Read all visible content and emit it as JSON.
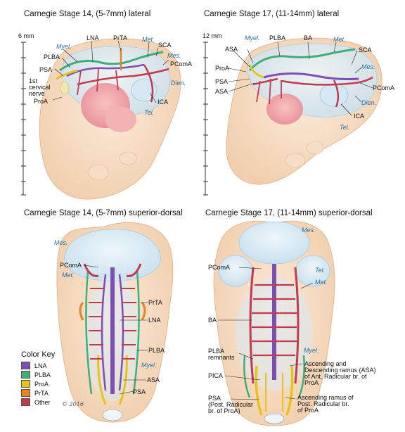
{
  "colors": {
    "LNA": "#7b4fb3",
    "PLBA": "#3fae7a",
    "ProA": "#e8c21a",
    "PrTA": "#e8821e",
    "Other": "#c23a4e",
    "vessel_label": "#2a6fa8"
  },
  "panels": {
    "p1": {
      "title": "Carnegie Stage 14, (5-7mm) lateral",
      "scale": "6 mm",
      "labels": {
        "myel": "Myel.",
        "lna": "LNA",
        "prta": "PrTA",
        "met": "Met.",
        "sca": "SCA",
        "plba": "PLBA",
        "mes": "Mes.",
        "pcoma": "PComA",
        "psa": "PSA",
        "cervical1": "1st",
        "cervical2": "cervical",
        "cervical3": "nerve",
        "dien": "Dien.",
        "proa": "ProA",
        "ica": "ICA",
        "tel": "Tel."
      }
    },
    "p2": {
      "title": "Carnegie Stage 17, (11-14mm) lateral",
      "scale": "12 mm",
      "labels": {
        "myel": "Myel.",
        "plba": "PLBA",
        "ba": "BA",
        "met": "Met.",
        "asa": "ASA",
        "sca": "SCA",
        "proa": "ProA",
        "mes": "Mes.",
        "psa": "PSA",
        "pcoma": "PComA",
        "asa2": "ASA",
        "dien": "Dien.",
        "ica": "ICA",
        "tel": "Tel."
      }
    },
    "p3": {
      "title": "Carnegie Stage 14, (5-7mm) superior-dorsal",
      "labels": {
        "mes": "Mes.",
        "pcoma": "PComA",
        "met": "Met.",
        "prta": "PrTA",
        "lna": "LNA",
        "plba": "PLBA",
        "myel": "Myel.",
        "asa": "ASA",
        "psa": "PSA"
      }
    },
    "p4": {
      "title": "Carnegie Stage 17, (11-14mm) superior-dorsal",
      "labels": {
        "mes": "Mes.",
        "pcoma": "PComA",
        "tel": "Tel.",
        "met": "Met.",
        "ba": "BA",
        "plba1": "PLBA",
        "plba2": "remnants",
        "myel": "Myel.",
        "asc1": "Ascending and",
        "asc2": "Descending ramus (ASA)",
        "asc3": "of Ant. Radicular br. of",
        "asc4": "ProA",
        "pica": "PICA",
        "psa1": "PSA",
        "psa2": "(Post. Radicular",
        "psa3": "br. of ProA)",
        "ar1": "Ascending ramus of",
        "ar2": "Post. Radicular br.",
        "ar3": "of ProA"
      }
    }
  },
  "color_key": {
    "title": "Color Key",
    "items": [
      {
        "label": "LNA",
        "color": "#7b4fb3"
      },
      {
        "label": "PLBA",
        "color": "#3fae7a"
      },
      {
        "label": "ProA",
        "color": "#e8c21a"
      },
      {
        "label": "PrTA",
        "color": "#e8821e"
      },
      {
        "label": "Other",
        "color": "#c23a4e"
      }
    ]
  },
  "signature": "© 2016"
}
